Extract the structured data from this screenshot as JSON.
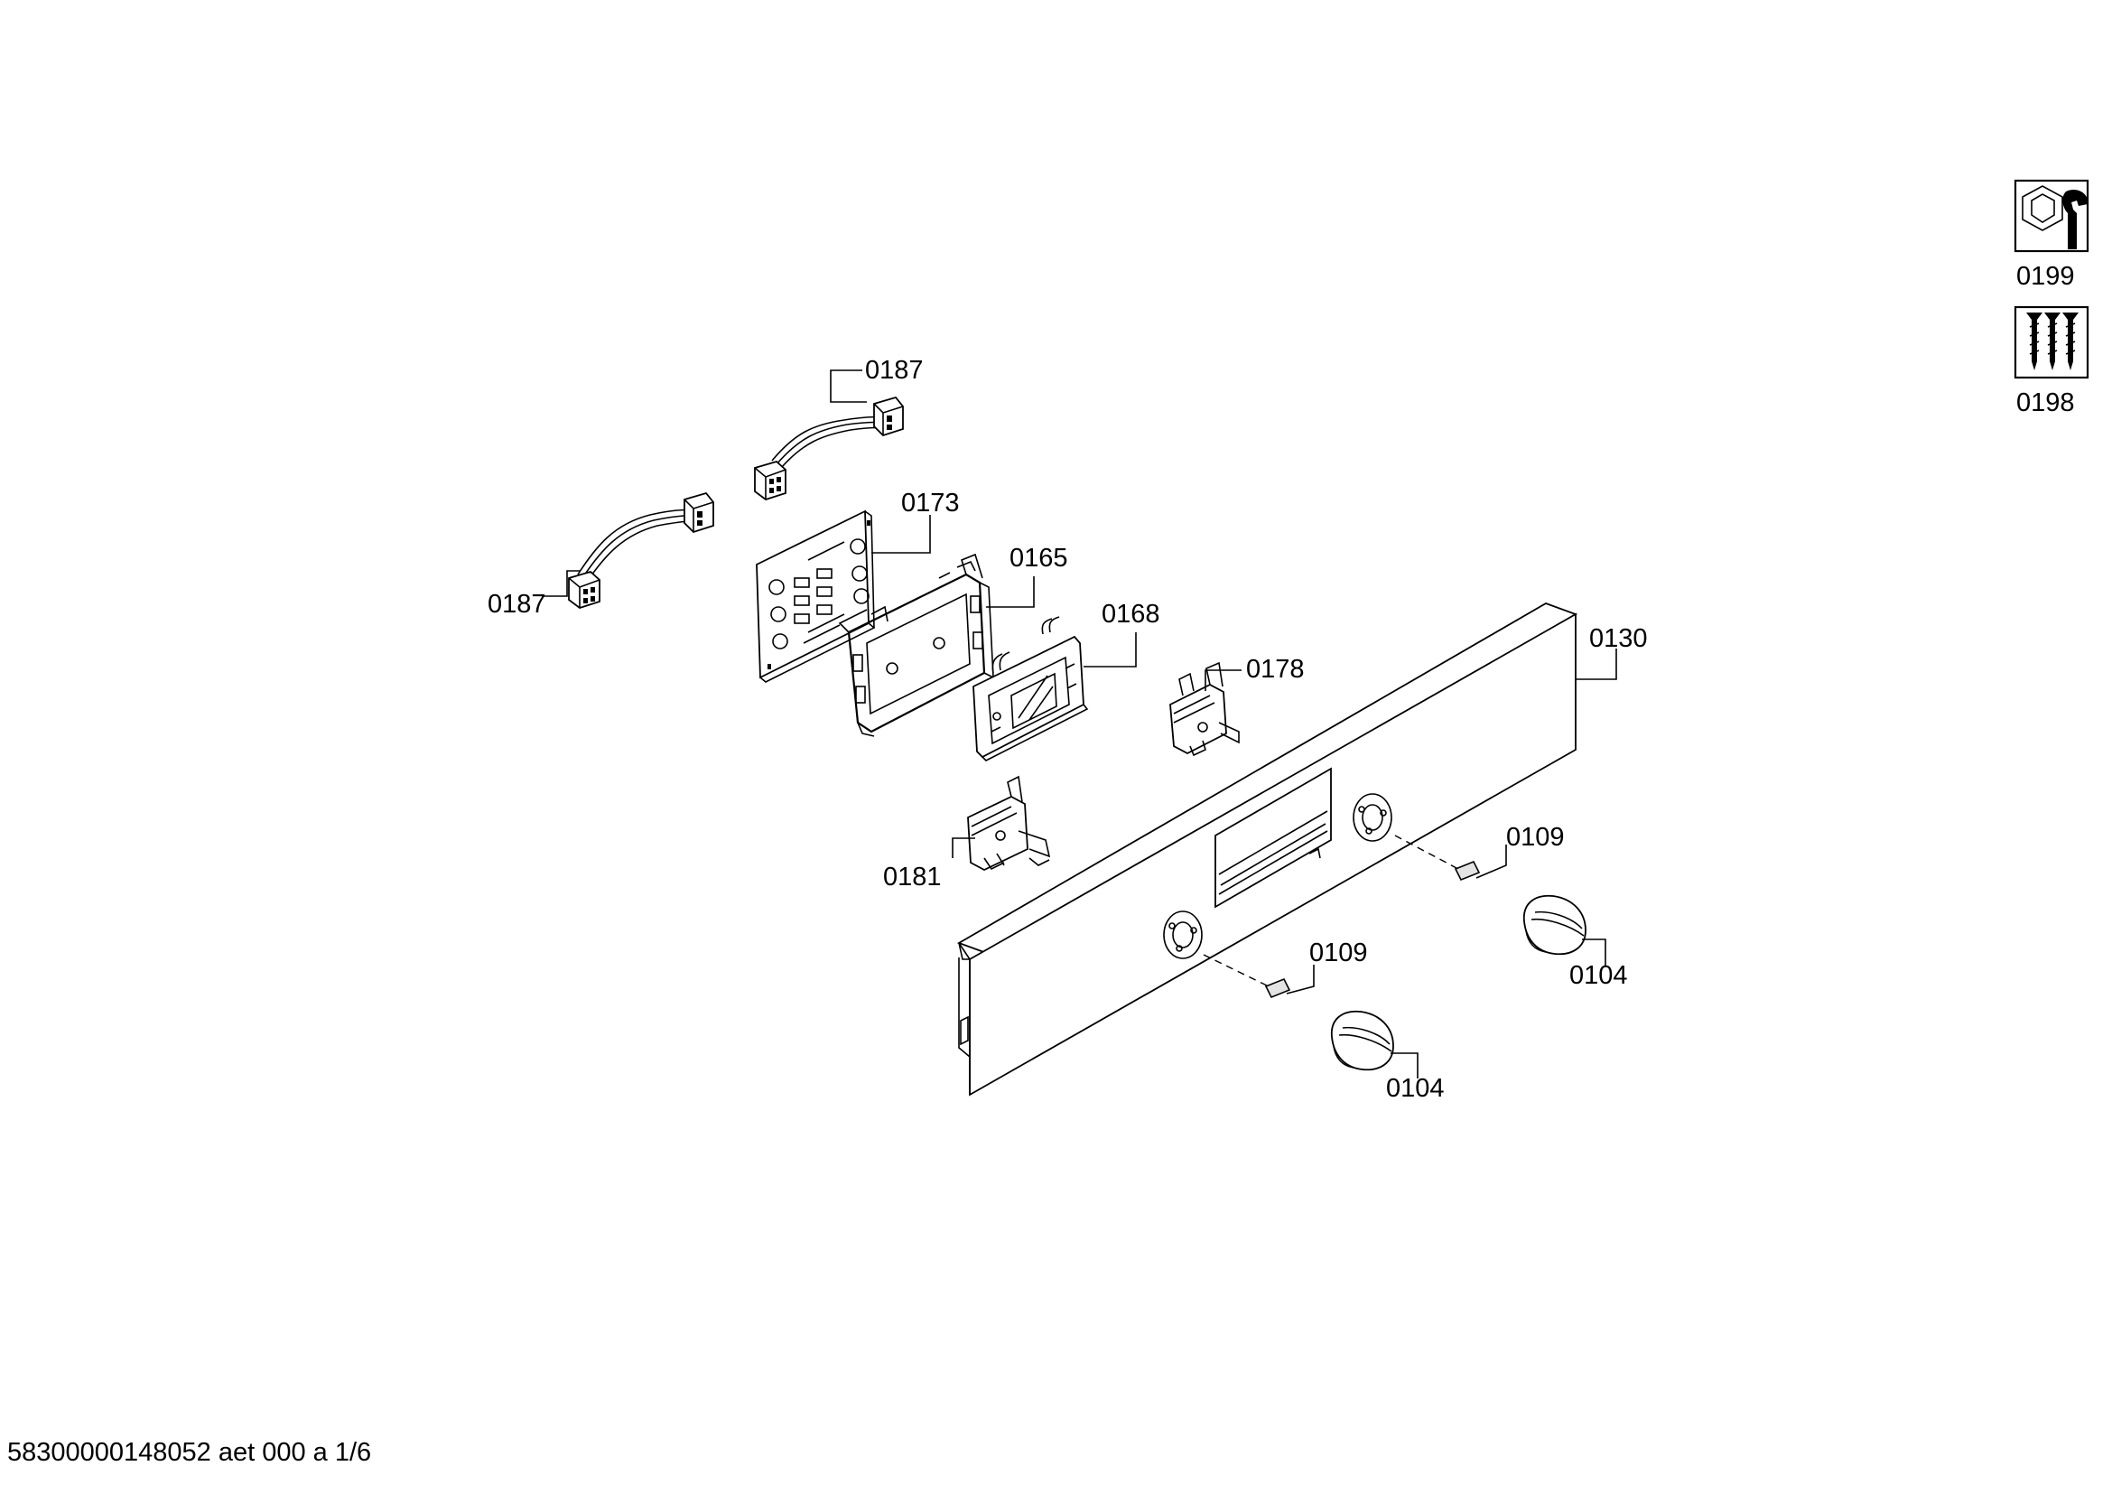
{
  "diagram": {
    "parts": {
      "p0187a": "0187",
      "p0187b": "0187",
      "p0173": "0173",
      "p0165": "0165",
      "p0168": "0168",
      "p0178": "0178",
      "p0130": "0130",
      "p0181": "0181",
      "p0109a": "0109",
      "p0109b": "0109",
      "p0104a": "0104",
      "p0104b": "0104"
    },
    "accessories": {
      "tool_kit": "0199",
      "screw_set": "0198"
    },
    "icons": [
      "wrench-nut-icon",
      "screws-icon"
    ],
    "footer": "58300000148052 aet 000 a 1/6"
  }
}
